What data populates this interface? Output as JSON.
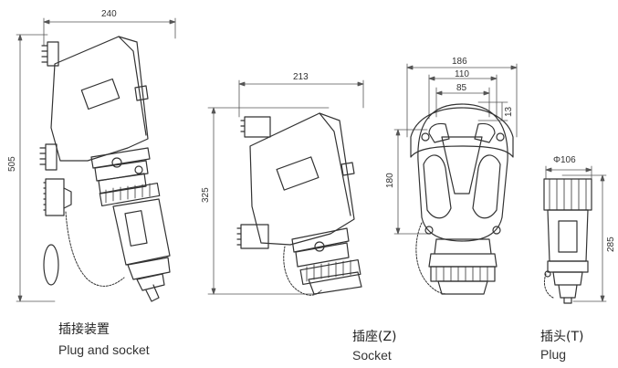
{
  "colors": {
    "ink": "#333333",
    "dim": "#555555",
    "paper": "#ffffff"
  },
  "views": {
    "plug_and_socket": {
      "caption_zh": "插接装置",
      "caption_en": "Plug and socket",
      "dims": {
        "width": "240",
        "height": "505"
      }
    },
    "socket": {
      "caption_zh": "插座(Z)",
      "caption_en": "Socket",
      "dims": {
        "width": "213",
        "height": "325"
      }
    },
    "front": {
      "dims": {
        "overall": "186",
        "mid": "110",
        "inner": "85",
        "offset": "13",
        "height": "180"
      }
    },
    "plug": {
      "caption_zh": "插头(T)",
      "caption_en": "Plug",
      "dims": {
        "diameter": "Φ106",
        "height": "285"
      }
    }
  }
}
